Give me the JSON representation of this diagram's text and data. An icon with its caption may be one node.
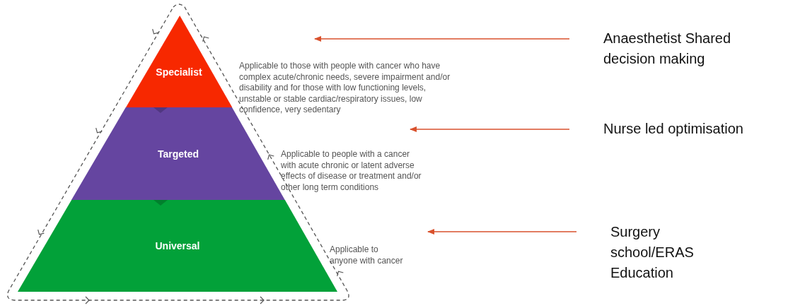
{
  "diagram": {
    "nodes": [
      {
        "text": [
          "Specialist"
        ]
      },
      {
        "text": [
          "Targeted"
        ]
      },
      {
        "text": [
          "Universal"
        ]
      },
      {
        "text": [
          "Anaesthetist Shared decision making"
        ]
      },
      {
        "text": [
          "Nurse led optimisation"
        ]
      },
      {
        "text": [
          "Surgery school/ERAS Education"
        ]
      }
    ],
    "edges": [
      {
        "from": 3,
        "to": null,
        "arrow": "to"
      },
      {
        "from": 4,
        "to": null,
        "arrow": "to"
      },
      {
        "from": 5,
        "to": null,
        "arrow": "to"
      }
    ],
    "labels": [
      "Applicable to those with people with cancer who have complex acute/chronic needs, severe impairment and/or disability and for those with low functioning levels, unstable or stable cardiac/respiratory issues, low confidence, very sedentary",
      "Applicable to people with a cancer with acute chronic or latent adverse effects of disease or treatment and/or other long term conditions",
      "Applicable to anyone with cancer"
    ]
  }
}
